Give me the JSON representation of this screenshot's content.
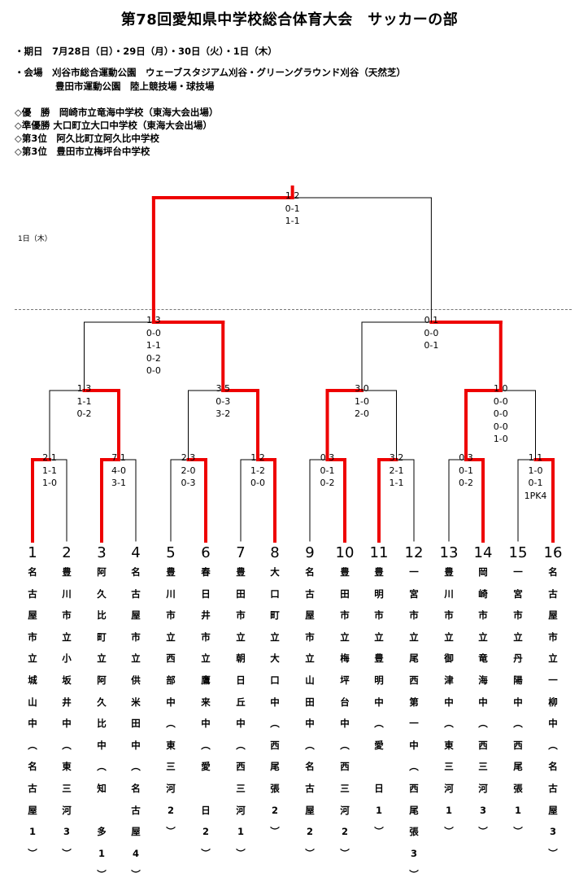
{
  "title": "第78回愛知県中学校総合体育大会　サッカーの部",
  "info": {
    "period": "・期日　7月28日（日）・29日（月）・30日（火）・1日（木）",
    "venue1": "・会場　刈谷市総合運動公園　ウェーブスタジアム刈谷・グリーングラウンド刈谷（天然芝）",
    "venue2": "豊田市運動公園　陸上競技場・球技場"
  },
  "results": {
    "champion": "◇優　勝　岡崎市立竜海中学校（東海大会出場）",
    "runner_up": "◇準優勝 大口町立大口中学校（東海大会出場）",
    "third_a": "◇第3位　阿久比町立阿久比中学校",
    "third_b": "◇第3位　豊田市立梅坪台中学校"
  },
  "day_label": "1日（木）",
  "matches": [
    {
      "id": "r1m1",
      "s": "2 1",
      "d": "1-1\n1-0"
    },
    {
      "id": "r1m2",
      "s": "7 1",
      "d": "4-0\n3-1"
    },
    {
      "id": "r1m3",
      "s": "2 3",
      "d": "2-0\n0-3"
    },
    {
      "id": "r1m4",
      "s": "1 2",
      "d": "1-2\n0-0"
    },
    {
      "id": "r1m5",
      "s": "0 3",
      "d": "0-1\n0-2"
    },
    {
      "id": "r1m6",
      "s": "3 2",
      "d": "2-1\n1-1"
    },
    {
      "id": "r1m7",
      "s": "0 3",
      "d": "0-1\n0-2"
    },
    {
      "id": "r1m8",
      "s": "1 1",
      "d": "1-0\n0-1\n1PK4"
    },
    {
      "id": "r2m1",
      "s": "1 3",
      "d": "1-1\n0-2"
    },
    {
      "id": "r2m2",
      "s": "3 5",
      "d": "0-3\n3-2"
    },
    {
      "id": "r2m3",
      "s": "3 0",
      "d": "1-0\n2-0"
    },
    {
      "id": "r2m4",
      "s": "1 0",
      "d": "0-0\n0-0\n0-0\n1-0"
    },
    {
      "id": "r3m1",
      "s": "1 3",
      "d": "0-0\n1-1\n0-2\n0-0"
    },
    {
      "id": "r3m2",
      "s": "0 1",
      "d": "0-0\n0-1"
    },
    {
      "id": "final",
      "s": "1 2",
      "d": "0-1\n1-1"
    }
  ],
  "teams": [
    {
      "no": "1",
      "name": "名古屋市立城山中（名古屋1）"
    },
    {
      "no": "2",
      "name": "豊川市立小坂井中（東三河3）"
    },
    {
      "no": "3",
      "name": "阿久比町立阿久比中（知　多1）"
    },
    {
      "no": "4",
      "name": "名古屋市立供米田中（名古屋4）"
    },
    {
      "no": "5",
      "name": "豊川市立西部中（東三河2）"
    },
    {
      "no": "6",
      "name": "春日井市立鷹来中（愛　日2）"
    },
    {
      "no": "7",
      "name": "豊田市立朝日丘中（西三河1）"
    },
    {
      "no": "8",
      "name": "大口町立大口中（西尾張2）"
    },
    {
      "no": "9",
      "name": "名古屋市立山田中（名古屋2）"
    },
    {
      "no": "10",
      "name": "豊田市立梅坪台中（西三河2）"
    },
    {
      "no": "11",
      "name": "豊明市立豊明中（愛　日1）"
    },
    {
      "no": "12",
      "name": "一宮市立尾西第一中（西尾張3）"
    },
    {
      "no": "13",
      "name": "豊川市立御津中（東三河1）"
    },
    {
      "no": "14",
      "name": "岡崎市立竜海中（西三河3）"
    },
    {
      "no": "15",
      "name": "一宮市立丹陽中（西尾張1）"
    },
    {
      "no": "16",
      "name": "名古屋市立一柳中（名古屋3）"
    }
  ],
  "colors": {
    "winner_line": "#ee0000",
    "loser_line": "#000000"
  }
}
